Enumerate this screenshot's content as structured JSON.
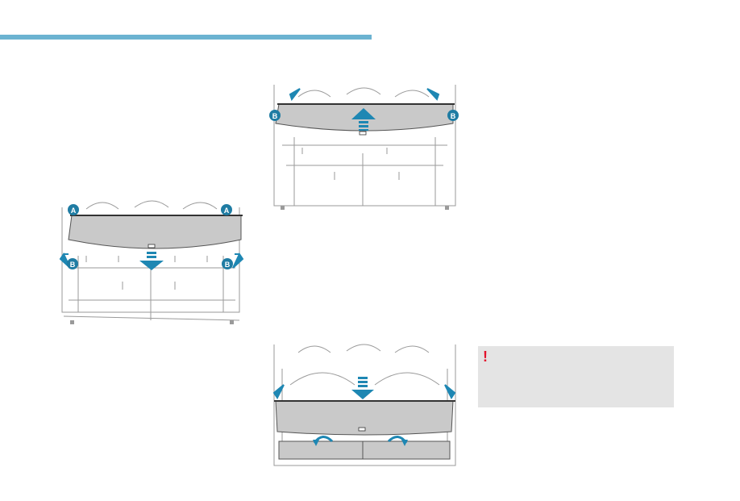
{
  "colors": {
    "header_bar": "#6cb3d1",
    "arrow": "#1e87b3",
    "badge": "#1f7ca3",
    "panel_fill": "#c9c9c9",
    "line": "#9a9a9a",
    "warning_bg": "#e4e4e4",
    "warning_icon": "#e3122c"
  },
  "figures": {
    "remove_cover": {
      "badge_a": "A",
      "badge_b": "B"
    },
    "lift_cover": {
      "badge_b": "B"
    },
    "stow_cover": {}
  },
  "warning": {
    "icon": "!",
    "icon_name": "exclamation-icon"
  }
}
